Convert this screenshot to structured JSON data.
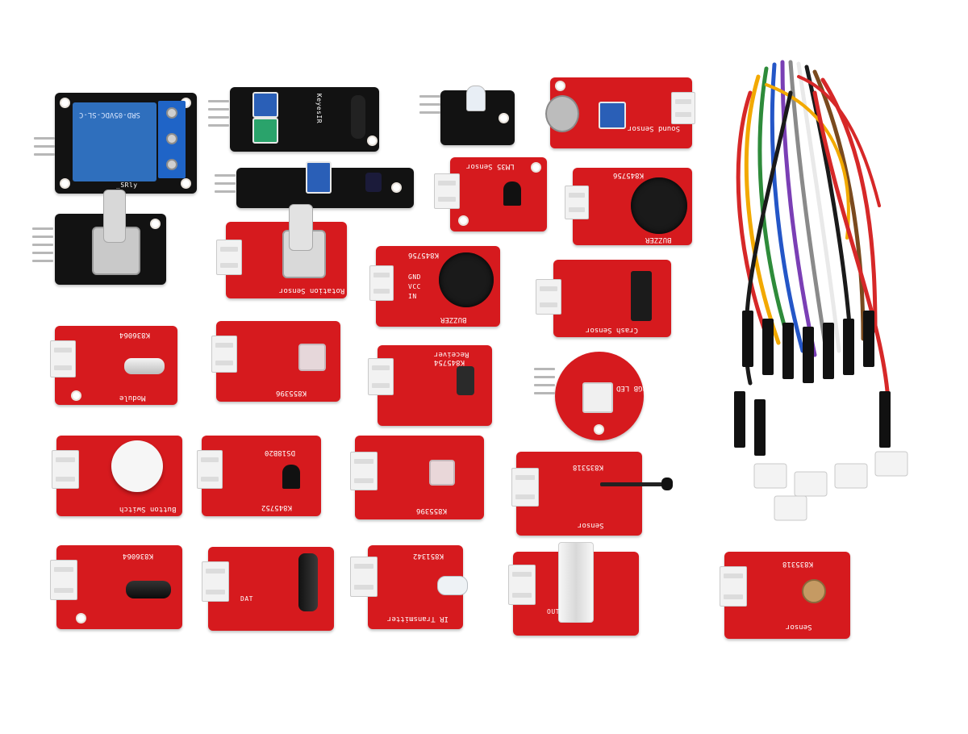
{
  "scene": {
    "subject": "sensor-module-kit",
    "colors": {
      "board_red": "#d61a1e",
      "board_black": "#121212",
      "relay_blue": "#2f6fbd",
      "wire_colors": [
        "#1a1a1a",
        "#d62828",
        "#f2a900",
        "#2e8b3a",
        "#2456c7",
        "#7a3fb5",
        "#8a8a8a",
        "#ffffff",
        "#7a4a1e",
        "#e36414"
      ]
    }
  },
  "labels": {
    "relay_marking": "SRD-05VDC-SL-C",
    "relay_name": "_SRly",
    "ky_name": "KeyesIR",
    "button_switch": "Button Switch",
    "rotation": "Rotation Sensor",
    "buzzer1": "BUZZER",
    "buzzer2": "BUZZER",
    "crash": "Crash Sensor",
    "sound": "Sound Sensor",
    "lm35": "LM35 Sensor",
    "ir_trans": "IR Transmitter",
    "sensor1": "Sensor",
    "sensor2": "Sensor",
    "k1": "K845756",
    "k2": "K855396",
    "k3": "K855396",
    "k4": "K845752",
    "k5": "K845754",
    "k6": "K845756",
    "k7": "K836064",
    "k8": "K836064",
    "k9": "K835318",
    "k10": "K835318",
    "k11": "K851342",
    "k12": "DS18B20",
    "k13": "Module",
    "k14": "Receiver",
    "k15": "RGB LED",
    "gnd": "GND",
    "vcc": "VCC",
    "out": "OUT",
    "dat": "DAT",
    "in": "IN"
  }
}
